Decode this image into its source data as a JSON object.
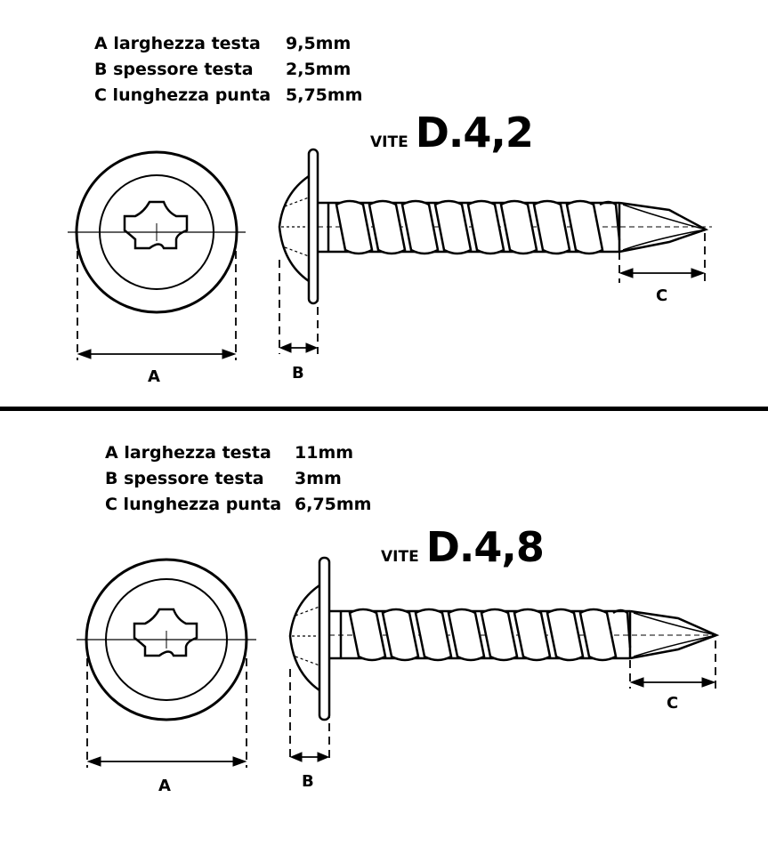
{
  "panels": [
    {
      "specs": [
        {
          "label": "A larghezza testa",
          "value": "9,5mm"
        },
        {
          "label": "B spessore testa",
          "value": "2,5mm"
        },
        {
          "label": "C lunghezza punta",
          "value": "5,75mm"
        }
      ],
      "title_prefix": "VITE",
      "title_size": "D.4,2",
      "dim_labels": {
        "a": "A",
        "b": "B",
        "c": "C"
      }
    },
    {
      "specs": [
        {
          "label": "A larghezza testa",
          "value": "11mm"
        },
        {
          "label": "B spessore testa",
          "value": "3mm"
        },
        {
          "label": "C lunghezza punta",
          "value": "6,75mm"
        }
      ],
      "title_prefix": "VITE",
      "title_size": "D.4,8",
      "dim_labels": {
        "a": "A",
        "b": "B",
        "c": "C"
      }
    }
  ]
}
